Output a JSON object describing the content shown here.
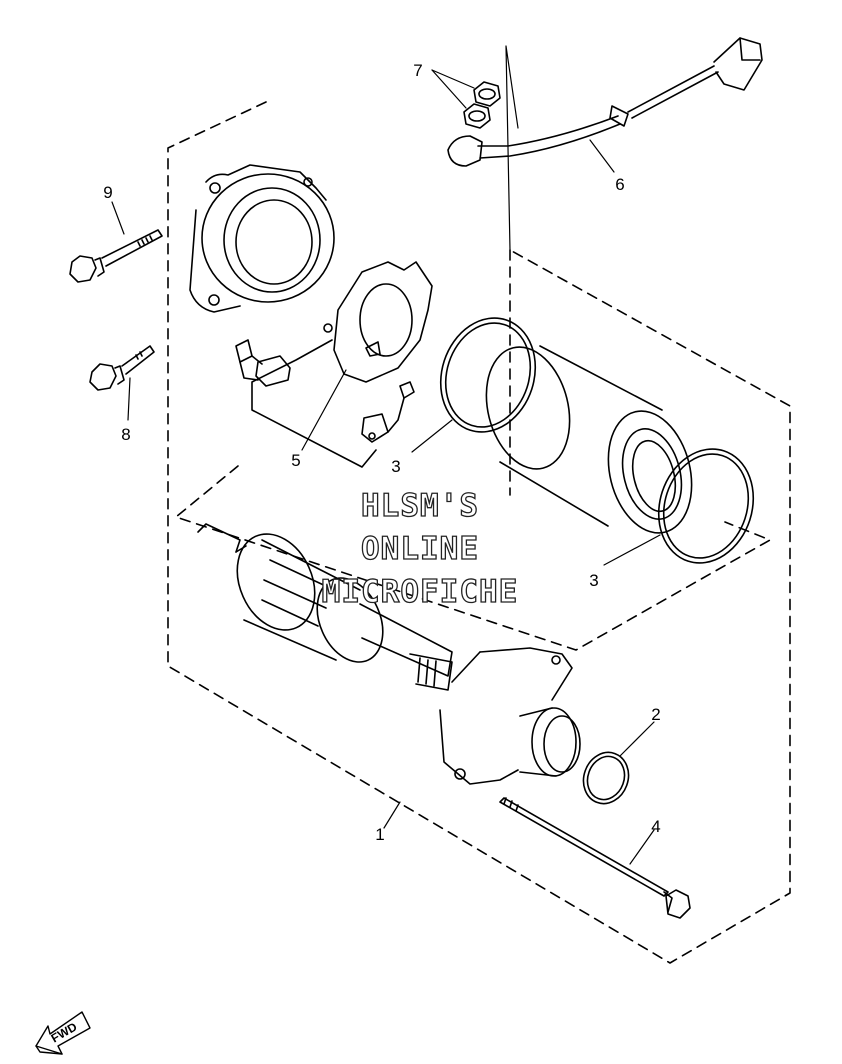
{
  "callouts": {
    "n1": "1",
    "n2": "2",
    "n3a": "3",
    "n3b": "3",
    "n4": "4",
    "n5": "5",
    "n6": "6",
    "n7": "7",
    "n8": "8",
    "n9": "9"
  },
  "watermark": {
    "line1": "HLSM'S",
    "line2": "ONLINE",
    "line3": "MICROFICHE"
  },
  "fwd_label": "FWD"
}
